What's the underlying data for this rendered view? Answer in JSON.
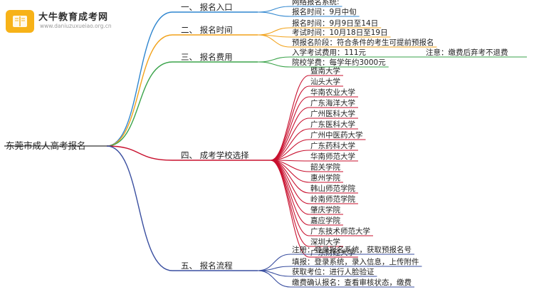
{
  "brand": {
    "name": "大牛教育成考网",
    "url": "www.daniuzuxueiao.org.cn"
  },
  "root": "东莞市成人高考报名",
  "colors": {
    "blue": "#2f86cf",
    "orange": "#f2a21a",
    "green": "#3aa34a",
    "crimson": "#c8102e",
    "navy": "#3a4fa0"
  },
  "branches": [
    {
      "label": "一、 报名入口",
      "color": "blue",
      "leaves": [
        "网络报名系统:",
        "报名时间：9月中旬"
      ]
    },
    {
      "label": "二、 报名时间",
      "color": "orange",
      "leaves": [
        "报名时间：9月9日至14日",
        "考试时间：10月18日至19日",
        "预报名阶段：符合条件的考生可提前预报名"
      ]
    },
    {
      "label": "三、 报名费用",
      "color": "green",
      "leaves": [
        "入学考试费用：111元",
        "院校学费：每学年约3000元"
      ],
      "note": "注意：缴费后弃考不退费"
    },
    {
      "label": "四、 成考学校选择",
      "color": "crimson",
      "leaves": [
        "暨南大学",
        "汕头大学",
        "华南农业大学",
        "广东海洋大学",
        "广州医科大学",
        "广东医科大学",
        "广州中医药大学",
        "广东药科大学",
        "华南师范大学",
        "韶关学院",
        "惠州学院",
        "韩山师范学院",
        "岭南师范学院",
        "肇庆学院",
        "嘉应学院",
        "广东技术师范大学",
        "深圳大学",
        "广东财经大学"
      ]
    },
    {
      "label": "五、 报名流程",
      "color": "navy",
      "leaves": [
        "注册：登录报名系统，获取预报名号",
        "填报：登录系统，录入信息，上传附件",
        "获取考位：进行人脸验证",
        "缴费确认报名：查看审核状态，缴费"
      ]
    }
  ]
}
